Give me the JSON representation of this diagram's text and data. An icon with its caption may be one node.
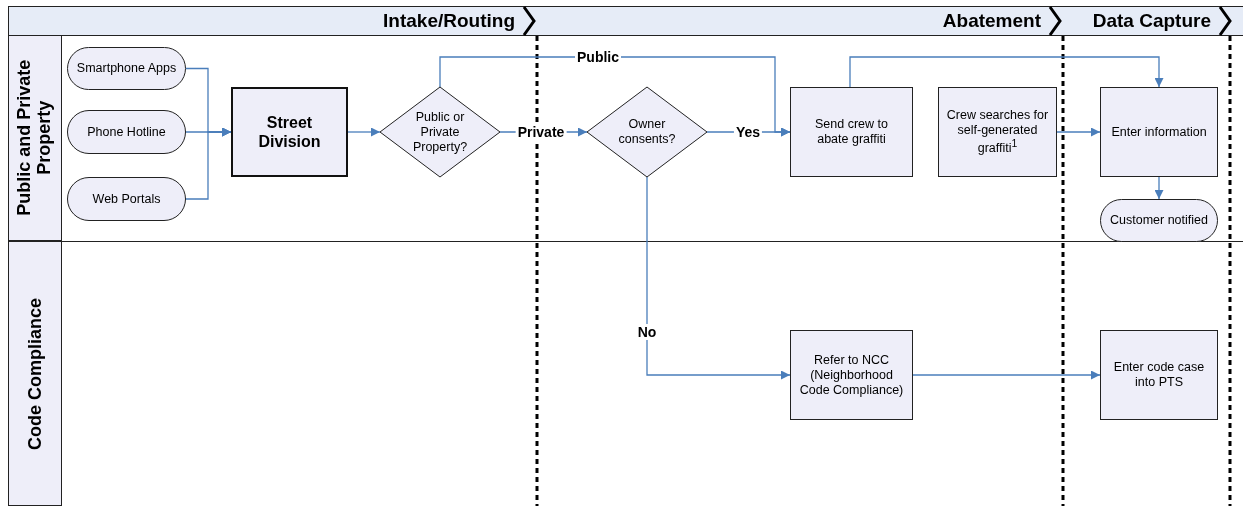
{
  "diagram": {
    "nodes": [
      {
        "text": [
          "Intake/Routing"
        ]
      },
      {
        "text": [
          "Abatement"
        ]
      },
      {
        "text": [
          "Data Capture"
        ]
      },
      {
        "text": [
          "Public and Private Property"
        ]
      },
      {
        "text": [
          "Code Compliance"
        ]
      },
      {
        "text": [
          "Smartphone Apps"
        ]
      },
      {
        "text": [
          "Phone Hotline"
        ]
      },
      {
        "text": [
          "Web Portals"
        ]
      },
      {
        "text": [
          "Street Division"
        ]
      },
      {
        "text": [
          "Public or Private Property?"
        ]
      },
      {
        "text": [
          "Owner consents?"
        ]
      },
      {
        "text": [
          "Send crew to abate graffiti"
        ]
      },
      {
        "text": [
          "Crew searches for self-generated graffiti$^{1}$"
        ]
      },
      {
        "text": [
          "Enter information"
        ]
      },
      {
        "text": [
          "Customer notified"
        ]
      },
      {
        "text": [
          "Refer to NCC (Neighborhood Code Compliance)"
        ]
      },
      {
        "text": [
          "Enter code case into PTS"
        ]
      }
    ],
    "edges": [
      {
        "from": 5,
        "to": 8,
        "arrow": "to"
      },
      {
        "from": 6,
        "to": 8,
        "arrow": "to"
      },
      {
        "from": 7,
        "to": 8,
        "arrow": "to"
      },
      {
        "from": 8,
        "to": 9,
        "arrow": "to"
      },
      {
        "from": 9,
        "to": 10,
        "arrow": "to",
        "label": "Private"
      },
      {
        "from": 9,
        "to": 11,
        "arrow": "to",
        "label": "Public"
      },
      {
        "from": 10,
        "to": 11,
        "arrow": "to",
        "label": "Yes"
      },
      {
        "from": 10,
        "to": 15,
        "arrow": "to",
        "label": "No"
      },
      {
        "from": 11,
        "to": 13,
        "arrow": "to"
      },
      {
        "from": 12,
        "to": 13,
        "arrow": "to"
      },
      {
        "from": 13,
        "to": 14,
        "arrow": "to"
      },
      {
        "from": 15,
        "to": 16,
        "arrow": "to"
      }
    ]
  }
}
